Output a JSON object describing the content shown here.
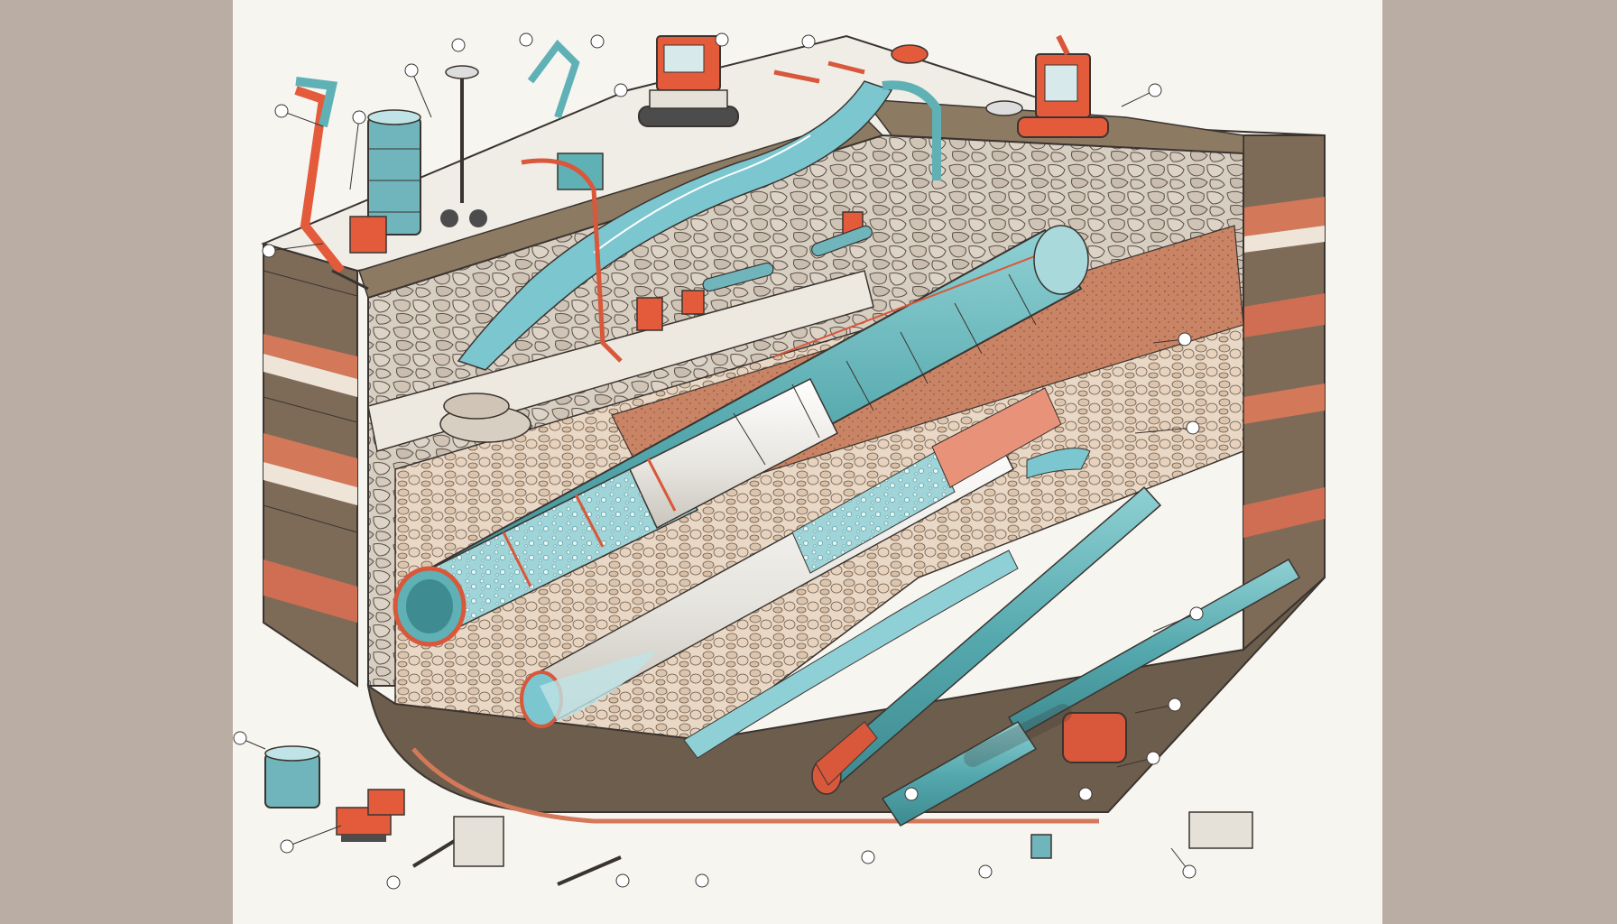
{
  "figure": {
    "background_color": "#f7f5f0",
    "side_panel_color": "#b9ada4",
    "palette": {
      "soil_dark": "#7a6a58",
      "soil_brown": "#8d7a63",
      "clay_layer": "#cf7a5e",
      "gravel": "#e9d7c6",
      "water": "#7cc6cf",
      "pipe_teal": "#5fb1b5",
      "pipe_white": "#ecebe6",
      "accent_orange": "#d9573a",
      "outline": "#3a3430"
    },
    "icons": [
      "excavator-icon",
      "crawler-crane-icon",
      "pipe-roll-icon",
      "hand-truck-icon",
      "jack-stand-icon",
      "pipe-coupling-icon",
      "compactor-icon",
      "tool-box-icon"
    ],
    "callout_marks": [
      "0",
      "0",
      "0",
      "0",
      "0",
      "0",
      "0",
      "0",
      "0",
      "0",
      "0",
      "0",
      "0",
      "0",
      "0",
      "0",
      "0",
      "0",
      "0",
      "0",
      "0",
      "0",
      "0",
      "0",
      "0",
      "0"
    ]
  }
}
